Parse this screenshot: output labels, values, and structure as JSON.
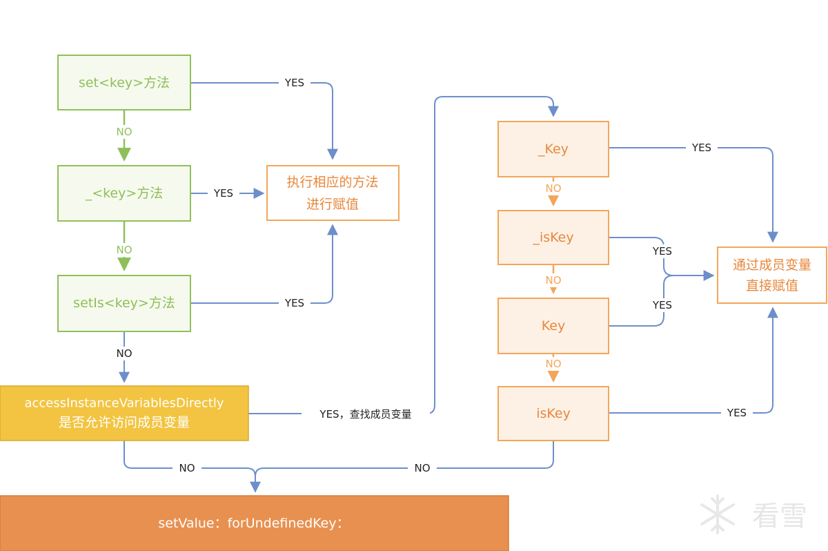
{
  "nodes": {
    "set_key": "set<key>方法",
    "underscore_key_method": "_<key>方法",
    "set_is_key": "setIs<key>方法",
    "execute_method_line1": "执行相应的方法",
    "execute_method_line2": "进行赋值",
    "access_instance_line1": "accessInstanceVariablesDirectly",
    "access_instance_line2": "是否允许访问成员变量",
    "set_value_undefined": "setValue：forUndefinedKey：",
    "ivar_key_underscore": "_Key",
    "ivar_is_key_underscore": "_isKey",
    "ivar_key": "Key",
    "ivar_is_key": "isKey",
    "assign_ivar_line1": "通过成员变量",
    "assign_ivar_line2": "直接赋值"
  },
  "edge_labels": {
    "yes": "YES",
    "no": "NO",
    "yes_search_ivars": "YES，查找成员变量"
  },
  "watermark": {
    "text": "看雪"
  },
  "colors": {
    "green_border": "#8fbf5a",
    "green_text": "#8fbf5a",
    "orange_border": "#f2a65a",
    "orange_text": "#e8873a",
    "yellow_fill": "#f2c441",
    "orange_fill": "#e8904f",
    "blue_edge": "#6c8ecb"
  }
}
